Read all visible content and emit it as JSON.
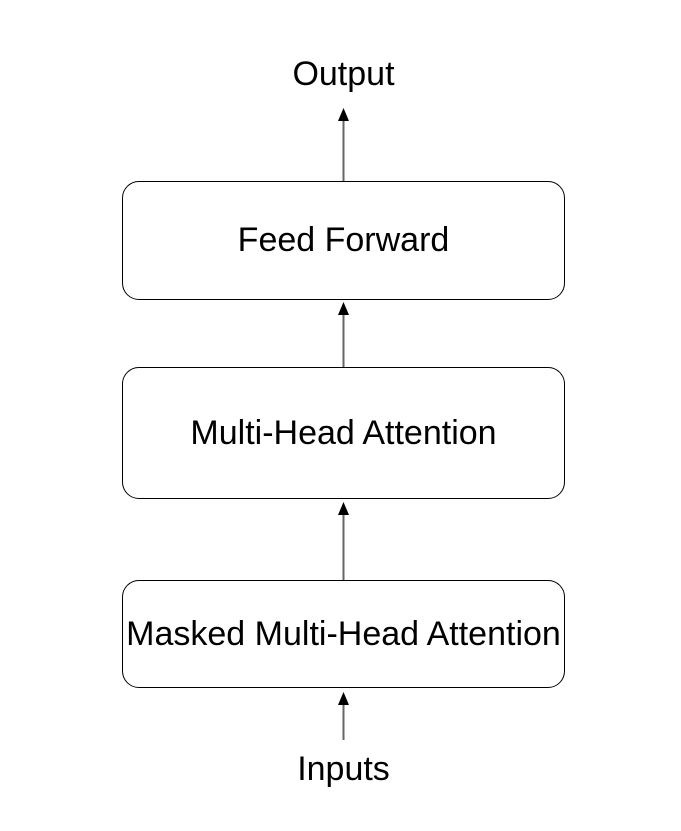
{
  "diagram": {
    "output_label": "Output",
    "inputs_label": "Inputs",
    "boxes": [
      {
        "id": "feed-forward",
        "label": "Feed Forward"
      },
      {
        "id": "multi-head-attention",
        "label": "Multi-Head Attention"
      },
      {
        "id": "masked-multi-head-attention",
        "label": "Masked Multi-Head Attention"
      }
    ],
    "flow": [
      {
        "from": "Inputs",
        "to": "Masked Multi-Head Attention"
      },
      {
        "from": "Masked Multi-Head Attention",
        "to": "Multi-Head Attention"
      },
      {
        "from": "Multi-Head Attention",
        "to": "Feed Forward"
      },
      {
        "from": "Feed Forward",
        "to": "Output"
      }
    ],
    "colors": {
      "background": "#ffffff",
      "box_fill": "#ffffff",
      "box_border": "#000000",
      "text": "#000000",
      "arrow_shaft": "#666666",
      "arrow_head": "#000000"
    }
  }
}
